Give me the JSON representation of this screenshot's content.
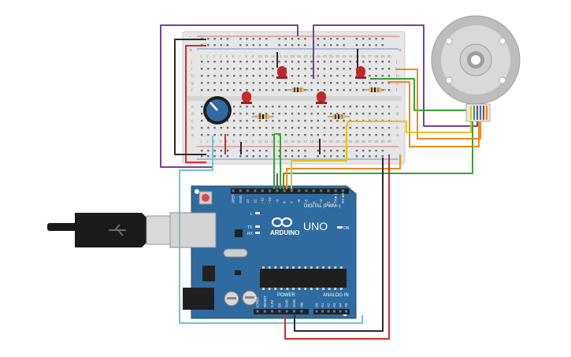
{
  "arduino": {
    "logo_text": "ARDUINO",
    "model": "UNO",
    "digital_header": "DIGITAL (PWM~)",
    "power_header": "POWER",
    "analog_header": "ANALOG IN",
    "on_label": "ON",
    "l_label": "L",
    "tx_label": "TX",
    "rx_label": "RX",
    "digital_pins": [
      "AREF",
      "GND",
      "13",
      "12",
      "~11",
      "~10",
      "~9",
      "8",
      "7",
      "~6",
      "~5",
      "4",
      "~3",
      "2",
      "TX►1",
      "RX◄0"
    ],
    "power_pins": [
      "IOREF",
      "RESET",
      "3.3V",
      "5V",
      "GND",
      "GND",
      "Vin"
    ],
    "analog_pins": [
      "A0",
      "A1",
      "A2",
      "A3",
      "A4",
      "A5"
    ]
  },
  "breadboard": {
    "row_letters_top": [
      "j",
      "i",
      "h",
      "g",
      "f"
    ],
    "row_letters_bottom": [
      "e",
      "d",
      "c",
      "b",
      "a"
    ],
    "column_numbers": [
      "1",
      "2",
      "3",
      "4",
      "5",
      "6",
      "7",
      "8",
      "9",
      "10",
      "11",
      "12",
      "13",
      "14",
      "15",
      "16",
      "17",
      "18",
      "19",
      "20",
      "21",
      "22",
      "23",
      "24",
      "25",
      "26",
      "27",
      "28",
      "29",
      "30"
    ],
    "rail_minus": "-",
    "rail_plus": "+"
  },
  "components": {
    "leds": 4,
    "resistors": 4,
    "potentiometer": 1,
    "motor": 1,
    "usb_cable": 1
  },
  "colors": {
    "board": "#2f6aa0",
    "breadboard": "#e8e8e8",
    "led": "#c0282a",
    "wire_red": "#d92b2b",
    "wire_black": "#2a2a2a",
    "wire_purple": "#7a3f9a",
    "wire_green": "#3aa13a",
    "wire_orange": "#f08a1c",
    "wire_yellow": "#e6c21a",
    "wire_cyan": "#6fc3d6"
  }
}
